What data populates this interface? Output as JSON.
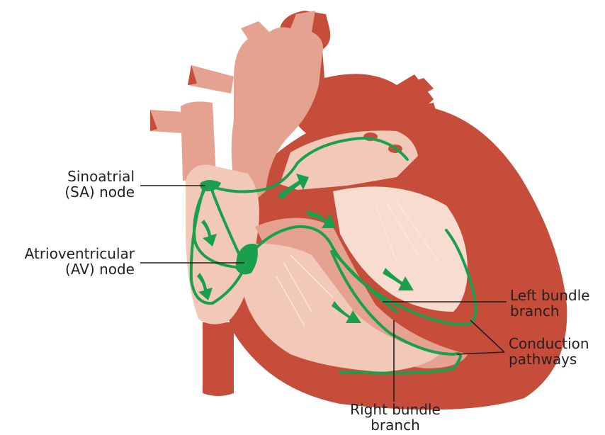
{
  "colors": {
    "muscle_dark": "#c54d3a",
    "muscle_light": "#e6a290",
    "chamber": "#f2c9b8",
    "chamber_pale": "#f7dccf",
    "conduction": "#1aa04c",
    "leader": "#231f20"
  },
  "labels": {
    "sa_node": [
      "Sinoatrial",
      "(SA) node"
    ],
    "av_node": [
      "Atrioventricular",
      "(AV) node"
    ],
    "left_bundle": [
      "Left bundle",
      "branch"
    ],
    "conduction_pathways": [
      "Conduction",
      "pathways"
    ],
    "right_bundle": [
      "Right bundle",
      "branch"
    ]
  }
}
